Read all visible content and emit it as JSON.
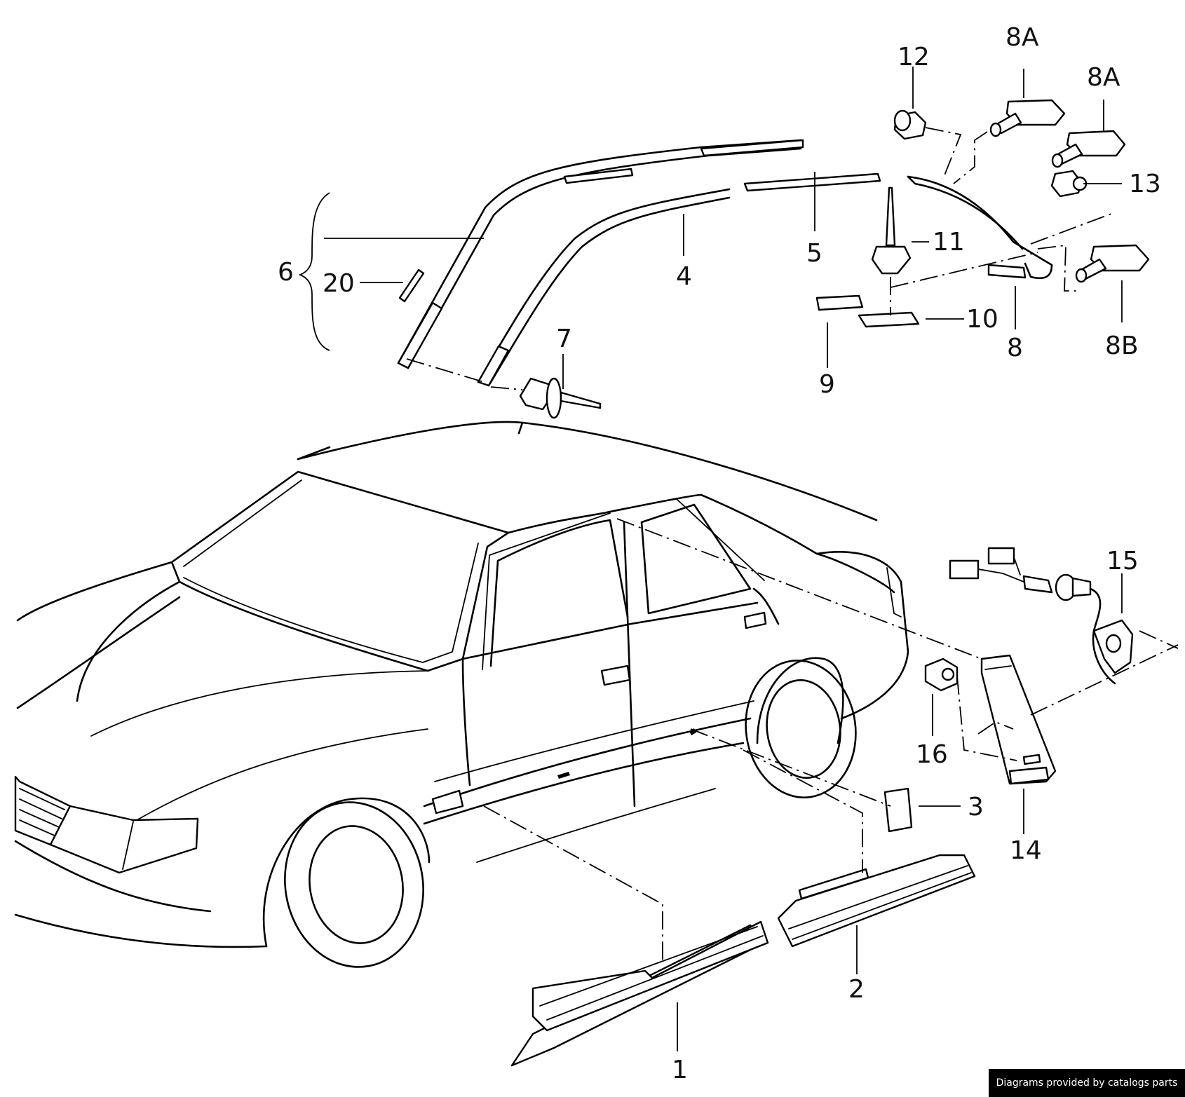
{
  "labels": {
    "p1": "1",
    "p2": "2",
    "p3": "3",
    "p4": "4",
    "p5": "5",
    "p6": "6",
    "p7": "7",
    "p8": "8",
    "p8a_top": "8A",
    "p8a_mid": "8A",
    "p8b": "8B",
    "p9": "9",
    "p10": "10",
    "p11": "11",
    "p12": "12",
    "p13": "13",
    "p14": "14",
    "p15": "15",
    "p16": "16",
    "p20": "20"
  },
  "credit": "Diagrams provided by catalogs parts"
}
